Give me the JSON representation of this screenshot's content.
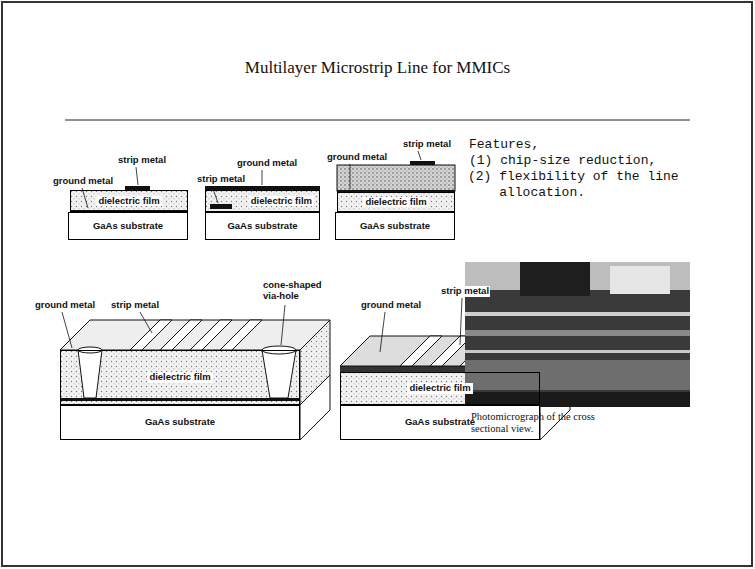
{
  "diagram": {
    "title": "Multilayer Microstrip Line for MMICs",
    "nodes": [
      {
        "text": [
          "dielectric film"
        ]
      },
      {
        "text": [
          "GaAs substrate"
        ]
      },
      {
        "text": [
          "dielectric film"
        ]
      },
      {
        "text": [
          "GaAs substrate"
        ]
      },
      {
        "text": [
          "dielectric film"
        ]
      },
      {
        "text": [
          "GaAs substrate"
        ]
      },
      {
        "text": [
          "dielectric film"
        ]
      },
      {
        "text": [
          "GaAs substrate"
        ]
      },
      {
        "text": [
          "dielectric film"
        ]
      },
      {
        "text": [
          "GaAs substrate"
        ]
      }
    ],
    "labels": [
      "ground metal",
      "strip metal",
      "ground metal",
      "strip metal",
      "ground metal",
      "strip metal",
      "Features,",
      "(1) chip-size reduction,",
      "(2) flexibility of the line allocation.",
      "ground metal",
      "strip metal",
      "cone-shaped via-hole",
      "ground metal",
      "strip metal",
      "Photomicrograph of the cross sectional view."
    ]
  }
}
